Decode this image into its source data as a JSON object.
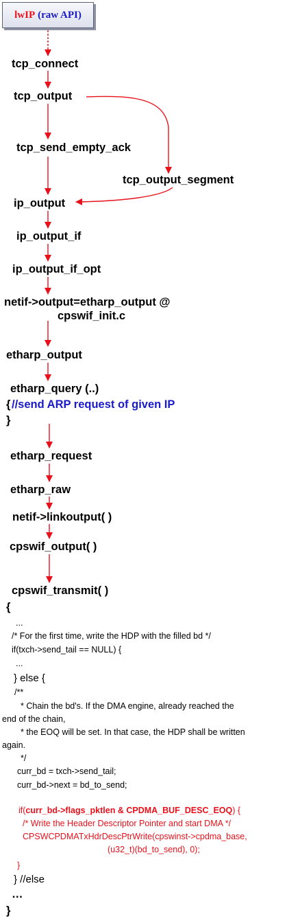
{
  "title": {
    "lwip": "lwIP",
    "raw_api": "(raw API)"
  },
  "calls": {
    "tcp_connect": "tcp_connect",
    "tcp_output": "tcp_output",
    "tcp_send_empty_ack": "tcp_send_empty_ack",
    "tcp_output_segment": "tcp_output_segment",
    "ip_output": "ip_output",
    "ip_output_if": "ip_output_if",
    "ip_output_if_opt": "ip_output_if_opt",
    "netif_output_1": "netif->output=etharp_output @",
    "netif_output_2": "cpswif_init.c",
    "etharp_output": "etharp_output",
    "etharp_query": "etharp_query (..)",
    "etharp_query_open": "{",
    "etharp_query_comment": "//send ARP request of given IP",
    "etharp_query_close": "}",
    "etharp_request": "etharp_request",
    "etharp_raw": "etharp_raw",
    "netif_linkoutput": "netif->linkoutput( )",
    "cpswif_output": "cpswif_output( )",
    "cpswif_transmit": "cpswif_transmit( )",
    "transmit_open": "{"
  },
  "code": {
    "l1": "...",
    "l2": "/* For the first time, write the HDP with the filled bd */",
    "l3": "if(txch->send_tail == NULL) {",
    "l4": "...",
    "l5": "} else {",
    "l6": "/**",
    "l7": "* Chain the bd's. If the DMA engine, already reached the",
    "l8": "end of the chain,",
    "l9": "* the EOQ will be set. In that case, the HDP shall be written",
    "l10": "again.",
    "l11": "*/",
    "l12": "curr_bd = txch->send_tail;",
    "l13": "curr_bd->next = bd_to_send;",
    "l14a": "if(",
    "l14b": "curr_bd->flags_pktlen & CPDMA_BUF_DESC_EOQ",
    "l14c": ") {",
    "l15": "/* Write the Header Descriptor Pointer and start DMA */",
    "l16": "CPSWCPDMATxHdrDescPtrWrite(cpswinst->cpdma_base,",
    "l17": "(u32_t)(bd_to_send), 0);",
    "l18": "}",
    "l19": "} //else",
    "l20": "…",
    "l21": "}"
  },
  "colors": {
    "arrow": "#e8111b",
    "comment": "#1a1ac8",
    "lwip": "#e8111b",
    "raw_api": "#1a1ac8"
  }
}
